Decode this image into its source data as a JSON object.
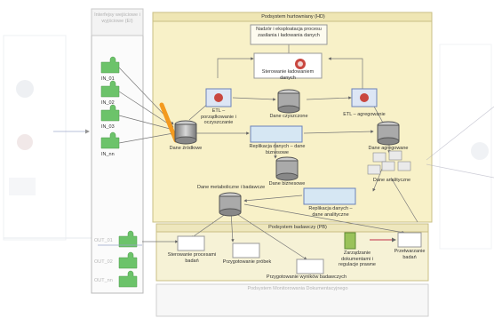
{
  "colors": {
    "main_panel": "#f8f1c8",
    "lower_panel": "#f6f2d6",
    "node_green": "#6cc36a",
    "ghost": "#cfd6df"
  },
  "left_column": {
    "title": "Interfejsy wejściowe i wyjściowe (EI)",
    "inputs": [
      "IN_01",
      "IN_02",
      "IN_03",
      "IN_nn"
    ],
    "outputs": [
      "OUT_01",
      "OUT_02",
      "OUT_nn"
    ]
  },
  "main_panel": {
    "title": "Podsystem hurtowniany (HD)",
    "nodes": {
      "monitoring": "Nadzór i eksploatacja procesu zasilania i ładowania danych",
      "scheduler": "Sterowanie ładowaniem danych",
      "etl_clean": "ETL – porządkowanie i oczyszczanie",
      "clean_data": "Dane czyszczone",
      "etl_aggregate": "ETL – agregowanie",
      "source_data": "Dane źródłowe",
      "replication_bi": "Replikacja danych – dane biznesowe",
      "aggregated_data": "Dane agregowane",
      "business_data": "Dane biznesowe",
      "analytic_data": "Dane analityczne",
      "metadata": "Dane metaboliczne i badawcze",
      "replication_an": "Replikacja danych – dane analityczne"
    }
  },
  "lower_panel": {
    "title": "Podsystem badawczy (PB)",
    "items": [
      "Sterowanie procesami badań",
      "Przygotowanie próbek",
      "Przygotowanie wyników badawczych",
      "Zarządzanie dokumentami i regulacje prawne",
      "Przetwarzanie badań"
    ]
  },
  "bottom_panel": {
    "title": "Podsystem Monitorowania Dokumentacyjnego"
  }
}
